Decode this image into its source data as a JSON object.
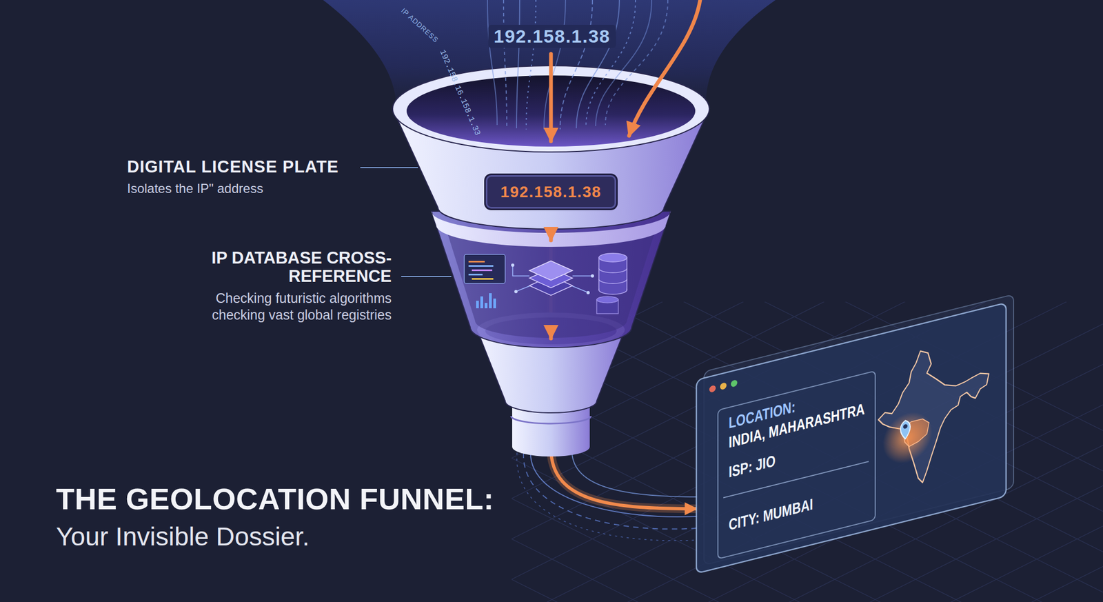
{
  "diagram": {
    "title": "THE GEOLOCATION FUNNEL:",
    "caption": "Your Invisible Dossier.",
    "nodes": [
      {
        "text": [
          "192.158.1.38"
        ]
      },
      {
        "text": [
          "LOCATION:",
          "INDIA, MAHARASHTRA",
          "ISP: JIO",
          "CITY: MUMBAI"
        ]
      }
    ],
    "edges": [
      {
        "from": 0,
        "to": 1,
        "arrow": "to"
      }
    ],
    "labels": [
      "192.158.1.38",
      "IP ADDRESS",
      "192.158.16.158.1.33",
      "DIGITAL LICENSE PLATE",
      "Isolates the IP\" address",
      "IP DATABASE CROSS-REFERENCE",
      "Checking futuristic algorithms checking vast global registries"
    ]
  }
}
